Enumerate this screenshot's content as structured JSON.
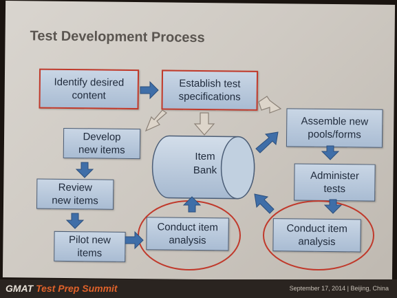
{
  "title": "Test Development Process",
  "nodes": {
    "identify": "Identify desired\ncontent",
    "establish": "Establish test\nspecifications",
    "assemble": "Assemble new\npools/forms",
    "develop": "Develop\nnew items",
    "item_bank": "Item\nBank",
    "review": "Review\nnew items",
    "administer": "Administer\ntests",
    "pilot": "Pilot new\nitems",
    "conduct_left": "Conduct item\nanalysis",
    "conduct_right": "Conduct item\nanalysis"
  },
  "footer": {
    "brand_prefix": "GMAT",
    "brand_suffix": "Test Prep Summit",
    "meta": "September 17, 2014 | Beijing, China"
  },
  "colors": {
    "box_fill": "#b4c4d8",
    "box_border": "#4b5d76",
    "highlight": "#c0392b",
    "arrow_blue": "#3f6ea8",
    "arrow_outline": "#d8cfc4"
  }
}
